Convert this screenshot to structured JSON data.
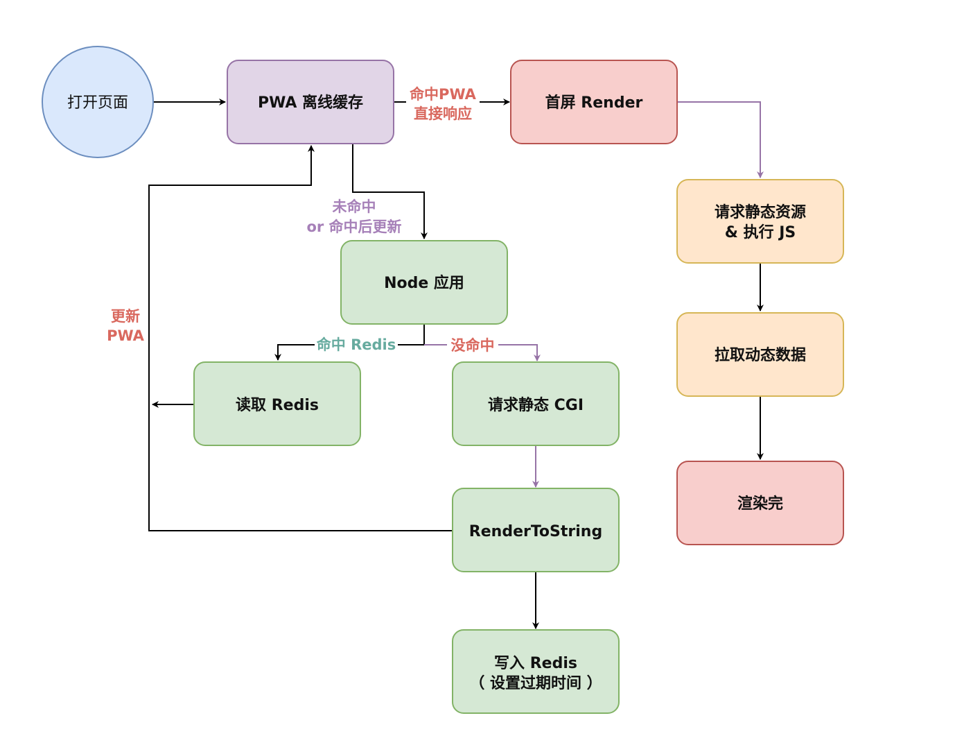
{
  "nodes": {
    "open_page": {
      "label": "打开页面",
      "fill": "#dae8fc",
      "stroke": "#6c8ebf"
    },
    "pwa_cache": {
      "label": "PWA 离线缓存",
      "fill": "#e1d5e7",
      "stroke": "#9673a6"
    },
    "first_render": {
      "label": "首屏 Render",
      "fill": "#f8cecc",
      "stroke": "#b85450"
    },
    "request_static": {
      "line1": "请求静态资源",
      "line2": "& 执行 JS",
      "fill": "#ffe6cc",
      "stroke": "#d6b656"
    },
    "pull_dynamic": {
      "label": "拉取动态数据",
      "fill": "#ffe6cc",
      "stroke": "#d6b656"
    },
    "render_done": {
      "label": "渲染完",
      "fill": "#f8cecc",
      "stroke": "#b85450"
    },
    "node_app": {
      "label": "Node 应用",
      "fill": "#d5e8d4",
      "stroke": "#82b366"
    },
    "read_redis": {
      "label": "读取 Redis",
      "fill": "#d5e8d4",
      "stroke": "#82b366"
    },
    "static_cgi": {
      "label": "请求静态 CGI",
      "fill": "#d5e8d4",
      "stroke": "#82b366"
    },
    "render_to_string": {
      "label": "RenderToString",
      "fill": "#d5e8d4",
      "stroke": "#82b366"
    },
    "write_redis": {
      "line1": "写入 Redis",
      "line2": "（ 设置过期时间 ）",
      "fill": "#d5e8d4",
      "stroke": "#82b366"
    }
  },
  "edge_labels": {
    "hit_pwa": {
      "line1": "命中PWA",
      "line2": "直接响应",
      "color": "#d9685e"
    },
    "miss": {
      "line1": "未命中",
      "line2": "or 命中后更新",
      "color": "#a680b8"
    },
    "update_pwa": {
      "line1": "更新",
      "line2": "PWA",
      "color": "#d9685e"
    },
    "hit_redis": {
      "label": "命中 Redis",
      "color": "#67ab9f"
    },
    "no_hit": {
      "label": "没命中",
      "color": "#d9685e"
    }
  },
  "colors": {
    "edge_black": "#000000",
    "edge_purple": "#9673a6"
  }
}
